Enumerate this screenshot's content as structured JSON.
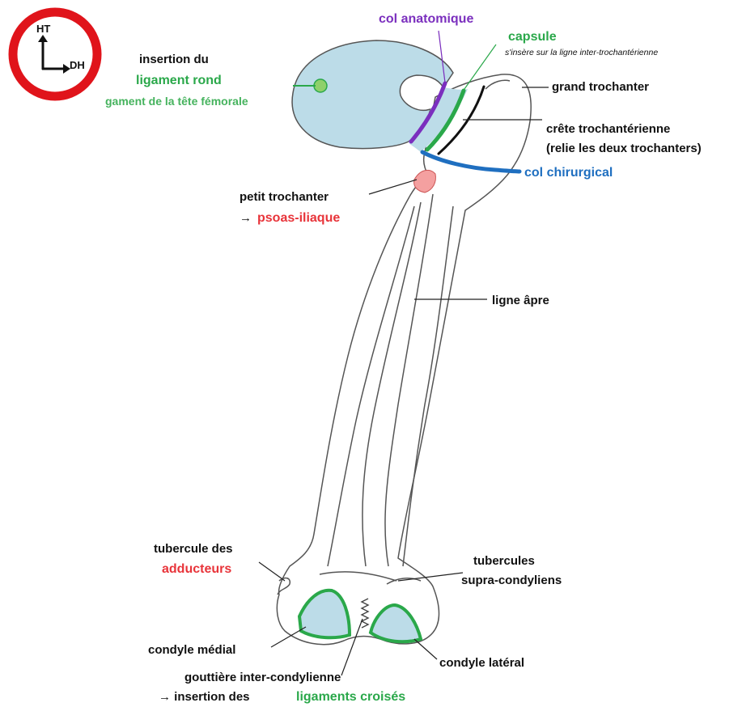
{
  "colors": {
    "black": "#111111",
    "green": "#2aa84a",
    "green_light": "#46b35e",
    "purple": "#7b2fbe",
    "blue": "#1f6fc0",
    "red": "#e8343a",
    "bone_fill_blue": "#bcdce8",
    "petit_trochanter_fill": "#f4a0a0",
    "badge_red": "#e0141b"
  },
  "orientation_badge": {
    "up_label": "HT",
    "right_label": "DH"
  },
  "labels": {
    "insertion_du": "insertion du",
    "ligament_rond": "ligament rond",
    "ligament_tete_femorale": "gament de la tête fémorale",
    "col_anatomique": "col anatomique",
    "capsule": "capsule",
    "capsule_note": "s'insère sur la ligne inter-trochantérienne",
    "grand_trochanter": "grand trochanter",
    "crete_line1": "crête trochantérienne",
    "crete_line2": "(relie les deux trochanters)",
    "col_chirurgical": "col chirurgical",
    "petit_trochanter": "petit trochanter",
    "arrow_psoas": "→",
    "psoas_iliaque": "psoas-iliaque",
    "ligne_apre": "ligne âpre",
    "tubercule_des": "tubercule des",
    "adducteurs": "adducteurs",
    "tubercules": "tubercules",
    "supra_condyliens": "supra-condyliens",
    "condyle_medial": "condyle médial",
    "condyle_lateral": "condyle latéral",
    "gouttiere": "gouttière inter-condylienne",
    "arrow_insertion": "→ insertion des",
    "ligaments_croises": "ligaments croisés"
  }
}
